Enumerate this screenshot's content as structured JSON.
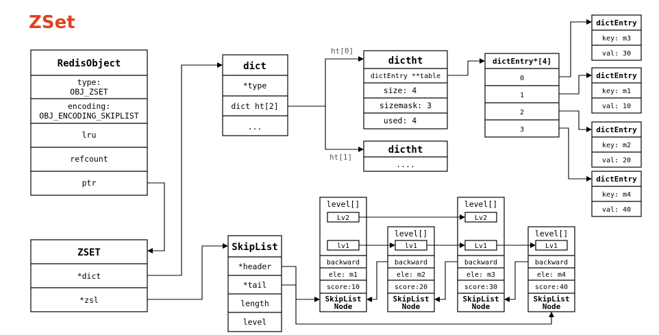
{
  "title": "ZSet",
  "redis_object": {
    "header": "RedisObject",
    "type_line1": "type:",
    "type_line2": "OBJ_ZSET",
    "enc_line1": "encoding:",
    "enc_line2": "OBJ_ENCODING_SKIPLIST",
    "lru": "lru",
    "refcount": "refcount",
    "ptr": "ptr"
  },
  "dict": {
    "header": "dict",
    "type": "*type",
    "ht": "dict ht[2]",
    "more": "..."
  },
  "ht0_label": "ht[0]",
  "ht1_label": "ht[1]",
  "dictht0": {
    "header": "dictht",
    "table": "dictEntry **table",
    "size": "size: 4",
    "sizemask": "sizemask: 3",
    "used": "used: 4"
  },
  "dictht1": {
    "header": "dictht",
    "more": "...."
  },
  "bucket_array": {
    "header": "dictEntry*[4]",
    "slots": [
      "0",
      "1",
      "2",
      "3"
    ]
  },
  "dict_entries": [
    {
      "header": "dictEntry",
      "key": "key: m3",
      "val": "val: 30"
    },
    {
      "header": "dictEntry",
      "key": "key: m1",
      "val": "val: 10"
    },
    {
      "header": "dictEntry",
      "key": "key: m2",
      "val": "val: 20"
    },
    {
      "header": "dictEntry",
      "key": "key: m4",
      "val": "val: 40"
    }
  ],
  "zset": {
    "header": "ZSET",
    "dict": "*dict",
    "zsl": "*zsl"
  },
  "skiplist": {
    "header": "SkipList",
    "header_ptr": "*header",
    "tail": "*tail",
    "length": "length",
    "level": "level"
  },
  "skip_nodes": [
    {
      "level_label": "level[]",
      "lv2": "Lv2",
      "lv1": "lv1",
      "backward": "backward",
      "ele": "ele: m1",
      "score": "score:10",
      "name1": "SkipList",
      "name2": "Node"
    },
    {
      "level_label": "level[]",
      "lv1": "lv1",
      "backward": "backward",
      "ele": "ele: m2",
      "score": "score:20",
      "name1": "SkipList",
      "name2": "Node"
    },
    {
      "level_label": "level[]",
      "lv2": "Lv2",
      "lv1": "Lv1",
      "backward": "backward",
      "ele": "ele: m3",
      "score": "score:30",
      "name1": "SkipList",
      "name2": "Node"
    },
    {
      "level_label": "level[]",
      "lv1": "Lv1",
      "backward": "backward",
      "ele": "ele: m4",
      "score": "score:40",
      "name1": "SkipList",
      "name2": "Node"
    }
  ]
}
